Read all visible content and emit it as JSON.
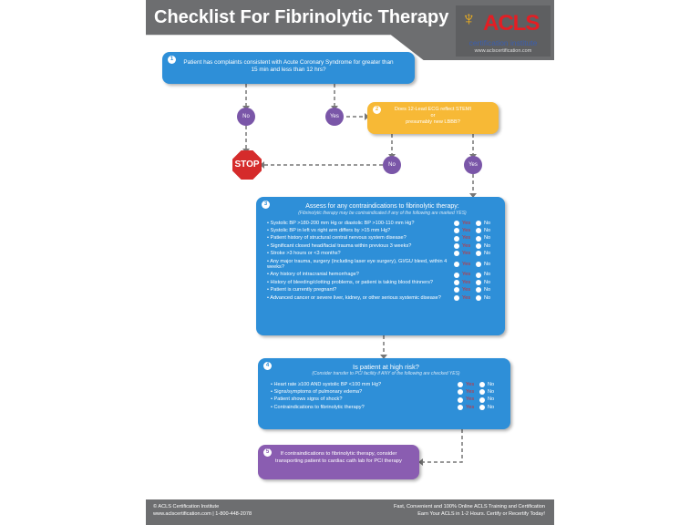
{
  "header": {
    "title": "Checklist For Fibrinolytic Therapy",
    "logo_text": "ACLS",
    "logo_sub": "certification institute",
    "logo_url": "www.aclscertification.com"
  },
  "step1": {
    "num": "1",
    "text": "Patient has complaints consistent with Acute Coronary Syndrome for greater than 15 min and less than 12 hrs?"
  },
  "step2": {
    "num": "2",
    "line1": "Does 12-Lead ECG reflect STEMI",
    "line2": "or",
    "line3": "presumably new LBBB?"
  },
  "labels": {
    "no": "No",
    "yes": "Yes",
    "stop": "STOP"
  },
  "step3": {
    "num": "3",
    "title": "Assess for any contraindications to fibrinolytic therapy:",
    "subtitle": "(Fibrinolytic therapy may be contraindicated if any of the following are marked YES)",
    "items": [
      "Systolic BP >180-200 mm Hg or diastolic BP >100-110 mm Hg?",
      "Systolic BP in left vs right arm differs by >15 mm Hg?",
      "Patient history of structural central nervous system disease?",
      "Significant closed head/facial trauma within previous 3 weeks?",
      "Stroke >3 hours or <3 months?",
      "Any major trauma, surgery (including laser eye surgery), GI/GU bleed, within 4 weeks?",
      "Any history of intracranial hemorrhage?",
      "History of bleeding/clotting problems, or patient is taking blood thinners?",
      "Patient is currently pregnant?",
      "Advanced cancer or severe liver, kidney, or other serious systemic disease?"
    ]
  },
  "step4": {
    "num": "4",
    "title": "Is patient at high risk?",
    "subtitle": "(Consider transfer to PCI facility if ANY of the following are checked YES)",
    "items": [
      "Heart rate ≥100 AND systolic BP <100 mm Hg?",
      "Signs/symptoms of pulmonary edema?",
      "Patient shows signs of shock?",
      "Contraindications to fibrinolytic therapy?"
    ]
  },
  "step5": {
    "num": "5",
    "text": "If contraindications to fibrinolytic therapy, consider transporting patient to cardiac cath lab for PCI therapy"
  },
  "footer": {
    "left1": "© ACLS Certification Institute",
    "left2": "www.aclscertification.com | 1-800-448-2078",
    "right1": "Fast, Convenient and 100% Online ACLS Training and Certification",
    "right2": "Earn Your ACLS in 1-2 Hours. Certify or Recertify Today!"
  }
}
